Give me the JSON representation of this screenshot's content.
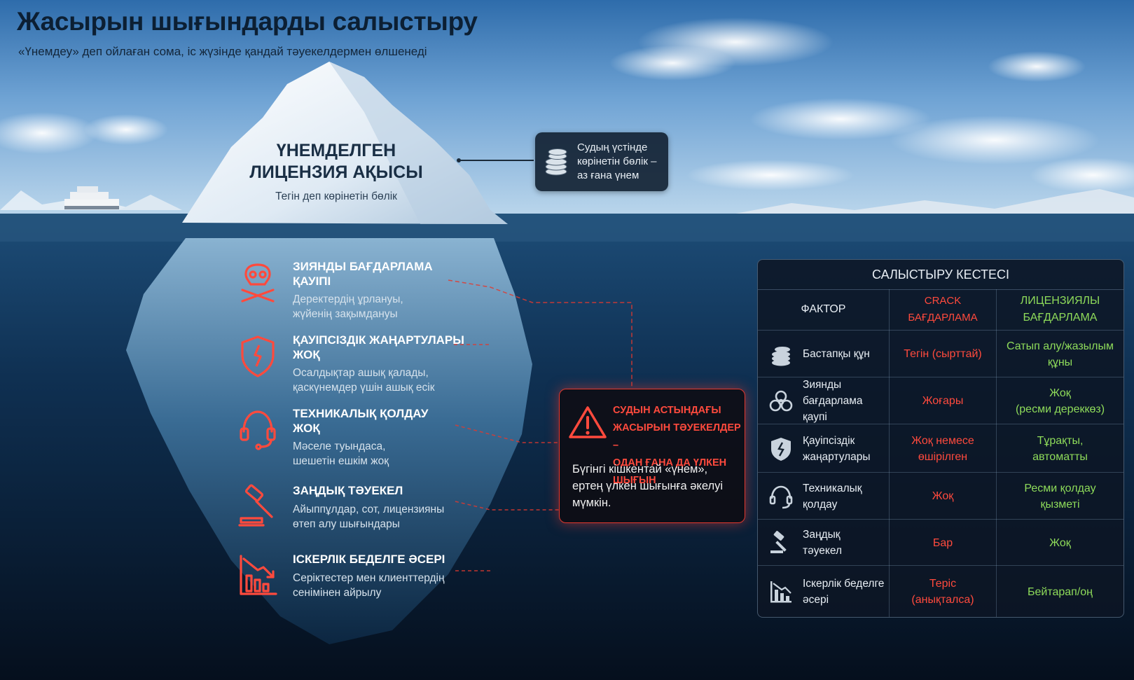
{
  "title": "Жасырын шығындарды салыстыру",
  "subtitle": "«Үнемдеу» деп ойлаған сома, іс жүзінде қандай тәуекелдермен өлшенеді",
  "tip": {
    "title": "ҮНЕМДЕЛГЕН\nЛИЦЕНЗИЯ АҚЫСЫ",
    "subtitle": "Тегін деп көрінетін бөлік"
  },
  "callout": {
    "text": "Судың үстінде\nкөрінетін бөлік –\nаз ғана үнем",
    "icon": "coins-icon"
  },
  "risks": [
    {
      "icon": "skull-crossbones-icon",
      "title": "ЗИЯНДЫ БАҒДАРЛАМА\nҚАУІПІ",
      "desc": "Деректердің ұрлануы,\nжүйенің зақымдануы"
    },
    {
      "icon": "shield-broken-icon",
      "title": "ҚАУІПСІЗДІК ЖАҢАРТУЛАРЫ\nЖОҚ",
      "desc": "Осалдықтар ашық қалады,\nқаскүнемдер үшін ашық есік"
    },
    {
      "icon": "headset-icon",
      "title": "ТЕХНИКАЛЫҚ ҚОЛДАУ\nЖОҚ",
      "desc": "Мәселе туындаса,\nшешетін ешкім жоқ"
    },
    {
      "icon": "gavel-icon",
      "title": "ЗАҢДЫҚ ТӘУЕКЕЛ",
      "desc": "Айыппұлдар, сот, лицензияны\nөтеп алу шығындары"
    },
    {
      "icon": "chart-down-icon",
      "title": "ІСКЕРЛІК БЕДЕЛГЕ ӘСЕРІ",
      "desc": "Серіктестер мен клиенттердің\nсенімінен айрылу"
    }
  ],
  "warning": {
    "title": "СУДЫН АСТЫНДАҒЫ\nЖАСЫРЫН ТӘУЕКЕЛДЕР –\nОДАН ҒАНА ДА ҮЛКЕН ШЫҒЫН",
    "body": "Бүгінгі кішкентай «үнем»,\nертең үлкен шығынға әкелуі\nмүмкін."
  },
  "table": {
    "title": "САЛЫСТЫРУ КЕСТЕСІ",
    "headers": [
      "ФАКТОР",
      "CRACK БАҒДАРЛАМА",
      "ЛИЦЕНЗИЯЛЫ\nБАҒДАРЛАМА"
    ],
    "rows": [
      {
        "icon": "coins-icon",
        "factor": "Бастапқы құн",
        "crack": "Тегін (сырттай)",
        "licensed": "Сатып алу/жазылым\nқұны"
      },
      {
        "icon": "biohazard-icon",
        "factor": "Зиянды бағдарлама\nқаупі",
        "crack": "Жоғары",
        "licensed": "Жоқ\n(ресми дереккөз)"
      },
      {
        "icon": "shield-broken-icon",
        "factor": "Қауіпсіздік\nжаңартулары",
        "crack": "Жоқ немесе\nөшірілген",
        "licensed": "Тұрақты,\nавтоматты"
      },
      {
        "icon": "headset-icon",
        "factor": "Техникалық\nқолдау",
        "crack": "Жоқ",
        "licensed": "Ресми қолдау\nқызметі"
      },
      {
        "icon": "gavel-icon",
        "factor": "Заңдық\nтәуекел",
        "crack": "Бар",
        "licensed": "Жоқ"
      },
      {
        "icon": "chart-down-icon",
        "factor": "Іскерлік беделге\nәсері",
        "crack": "Теріс\n(анықталса)",
        "licensed": "Бейтарап/оң"
      }
    ]
  },
  "colors": {
    "risk_red": "#ff4a3d",
    "positive_green": "#8edb5a",
    "sky_top": "#2f6fae",
    "ocean_deep": "#071526"
  }
}
